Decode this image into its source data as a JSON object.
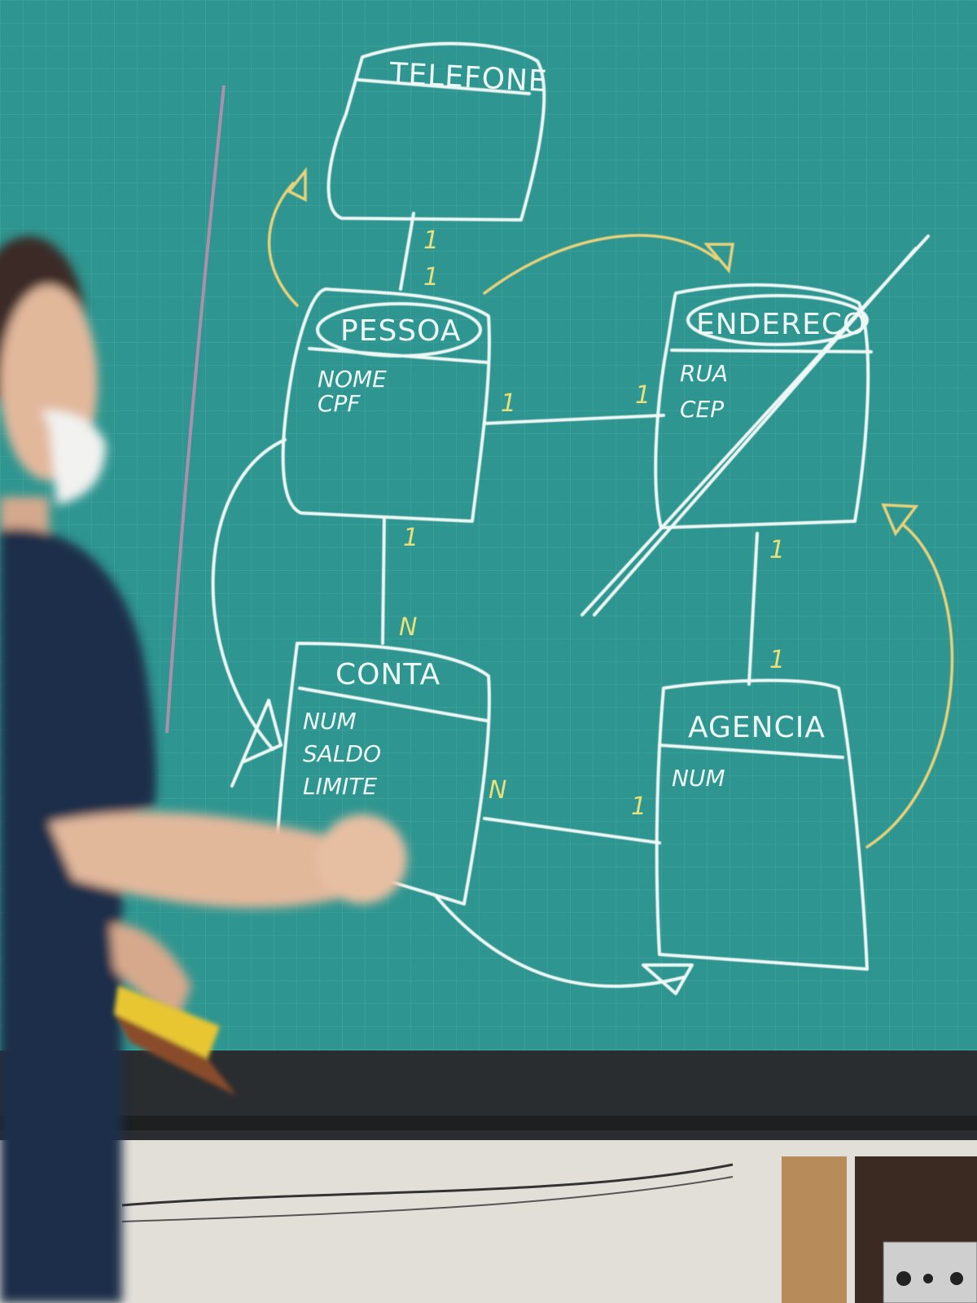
{
  "board": {
    "color": "#2f9590",
    "grid_color": "#3da29c",
    "chalk_white": "#eef8f6",
    "chalk_yellow": "#e8e07a"
  },
  "entities": {
    "telefone": {
      "title": "TELEFONE"
    },
    "pessoa": {
      "title": "PESSOA",
      "attr1": "NOME",
      "attr2": "CPF"
    },
    "endereco": {
      "title": "ENDERECO",
      "attr1": "RUA",
      "attr2": "CEP"
    },
    "conta": {
      "title": "CONTA",
      "attr1": "NUM",
      "attr2": "SALDO",
      "attr3": "LIMITE"
    },
    "agencia": {
      "title": "AGENCIA",
      "attr1": "NUM"
    }
  },
  "cardinalities": {
    "tel_pessoa_top": "1",
    "tel_pessoa_bottom": "1",
    "pessoa_end_left": "1",
    "pessoa_end_right": "1",
    "pessoa_conta_top": "1",
    "pessoa_conta_bottom": "N",
    "end_agencia_top": "1",
    "end_agencia_bottom": "1",
    "conta_agencia_left": "N",
    "conta_agencia_right": "1"
  },
  "props": {
    "eraser_icon": "chalkboard-eraser-icon",
    "person": "teacher-figure"
  }
}
